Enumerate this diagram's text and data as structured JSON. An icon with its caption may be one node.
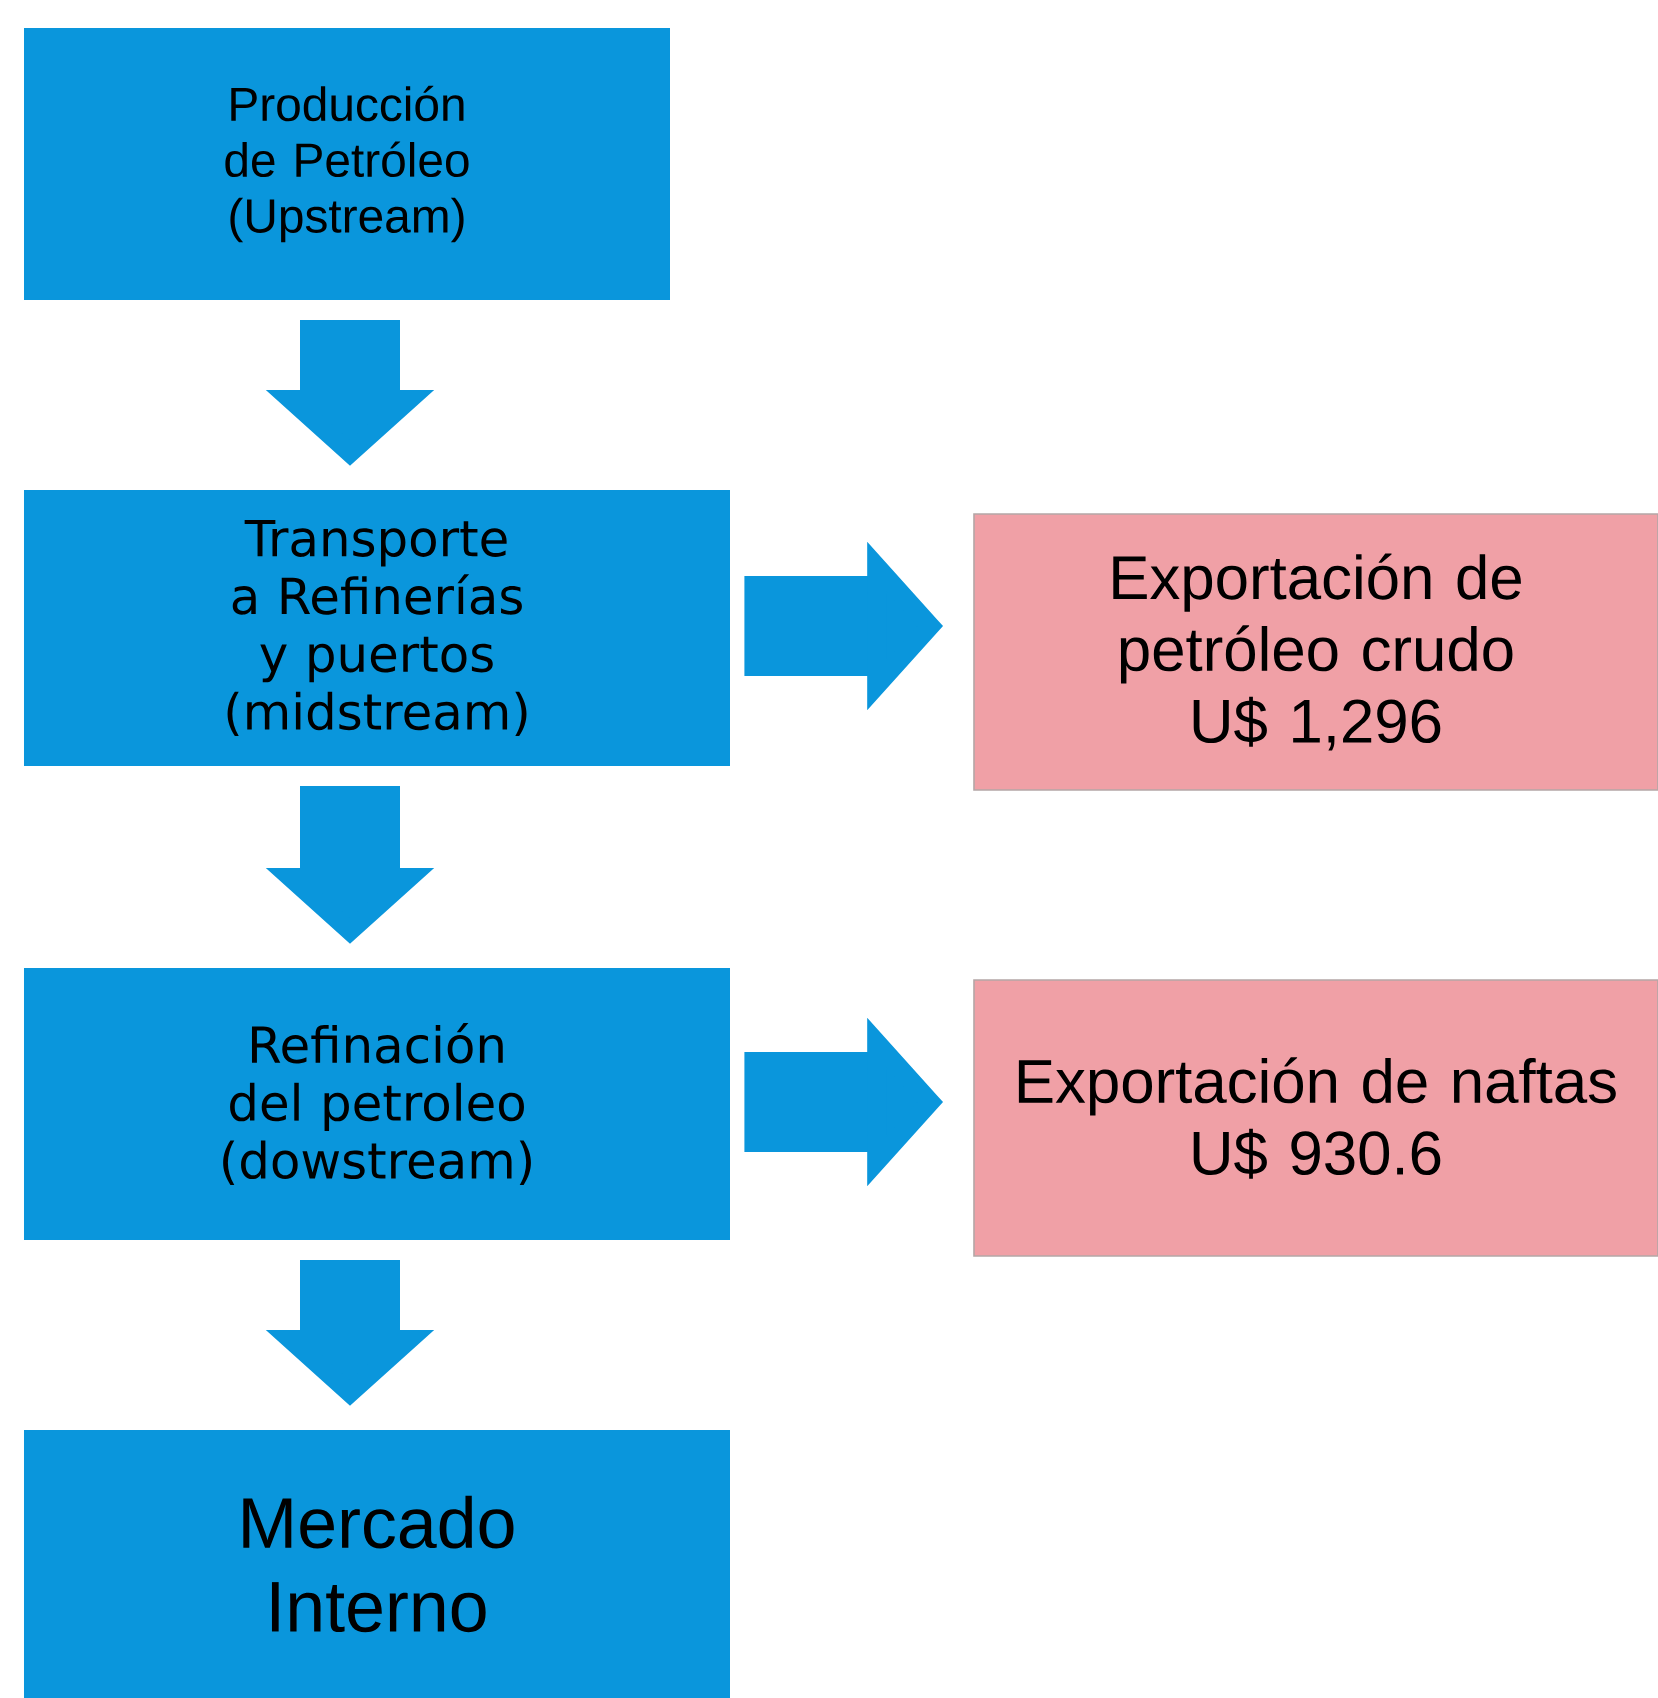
{
  "diagram": {
    "nodes": [
      {
        "text": [
          "Producción de Petróleo (Upstream)"
        ]
      },
      {
        "text": [
          "Transporte a Refinerías y puertos (midstream)"
        ]
      },
      {
        "text": [
          "Exportación de petróleo crudo",
          "U$ 1,296"
        ]
      },
      {
        "text": [
          "Refinación del petroleo (dowstream)"
        ]
      },
      {
        "text": [
          "Exportación de naftas",
          "U$ 930.6"
        ]
      },
      {
        "text": [
          "Mercado Interno"
        ]
      }
    ],
    "edges": [
      {
        "from": 0,
        "to": 1,
        "arrow": "to"
      },
      {
        "from": 1,
        "to": 2,
        "arrow": "to"
      },
      {
        "from": 1,
        "to": 3,
        "arrow": "to"
      },
      {
        "from": 3,
        "to": 4,
        "arrow": "to"
      },
      {
        "from": 3,
        "to": 5,
        "arrow": "to"
      }
    ]
  }
}
